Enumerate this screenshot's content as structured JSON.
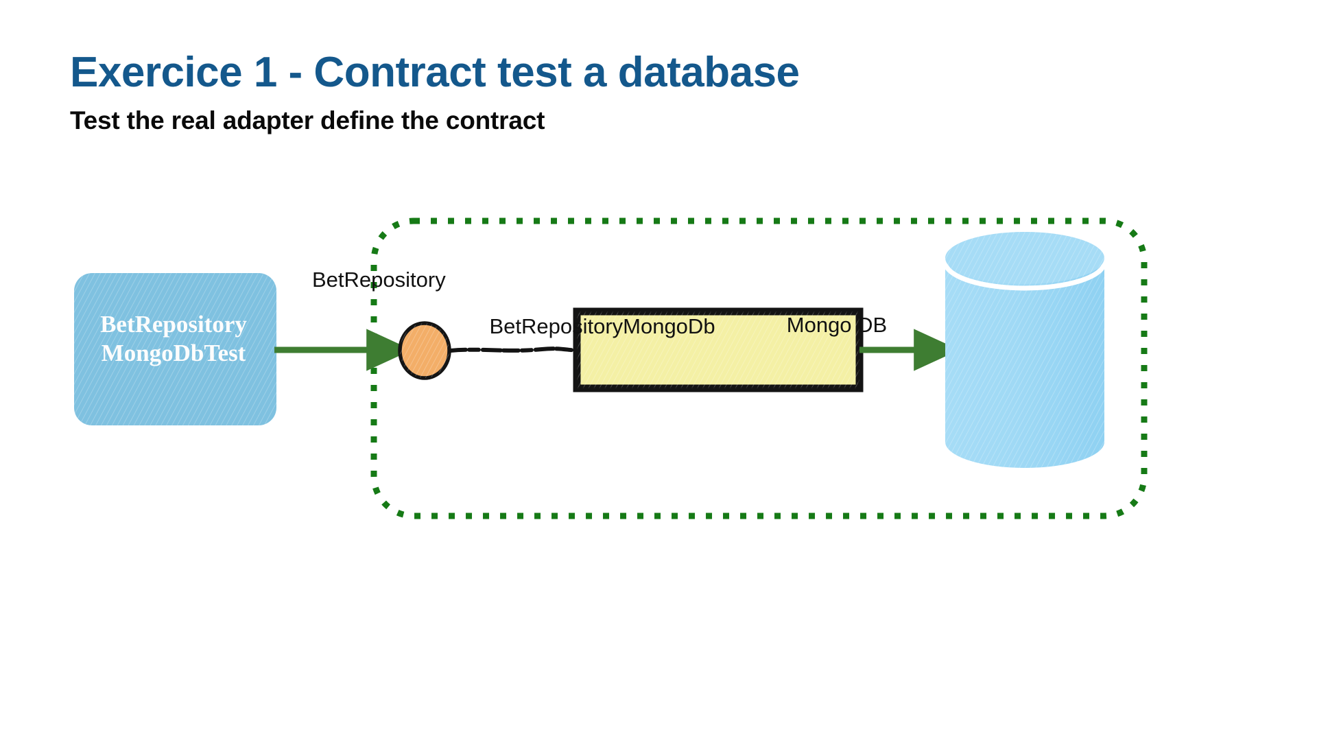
{
  "slide": {
    "title": "Exercice 1 - Contract test a database",
    "subtitle": "Test the real adapter define the contract",
    "title_color": "#14588c",
    "subtitle_color": "#0a0a0a",
    "background_color": "#ffffff"
  },
  "diagram": {
    "type": "hexagonal-architecture-contract-test",
    "test_box": {
      "label_line1": "BetRepository",
      "label_line2": "MongoDbTest",
      "fill_color": "#7fc1e0",
      "text_color": "#fdfdfd",
      "shape": "rounded-rectangle"
    },
    "boundary": {
      "name": "contract-test-boundary",
      "style": "dotted",
      "color": "#167a16",
      "shape": "rounded-rectangle"
    },
    "port": {
      "label": "BetRepository",
      "fill_color": "#f3ae68",
      "stroke_color": "#111111",
      "shape": "circle"
    },
    "adapter_box": {
      "label": "BetRepositoryMongoDb",
      "fill_color": "#f4f0a5",
      "stroke_color": "#111111",
      "shape": "rectangle"
    },
    "database": {
      "label": "Mongo DB",
      "fill_color": "#9fd9f5",
      "shape": "cylinder"
    },
    "connectors": [
      {
        "name": "test-to-port",
        "from": "test_box",
        "to": "port",
        "style": "solid-arrow",
        "color": "#3e7d32"
      },
      {
        "name": "port-to-adapter",
        "from": "port",
        "to": "adapter_box",
        "style": "sketchy-line",
        "color": "#111111"
      },
      {
        "name": "adapter-to-database",
        "from": "adapter_box",
        "to": "database",
        "style": "solid-arrow",
        "color": "#3e7d32"
      }
    ]
  }
}
